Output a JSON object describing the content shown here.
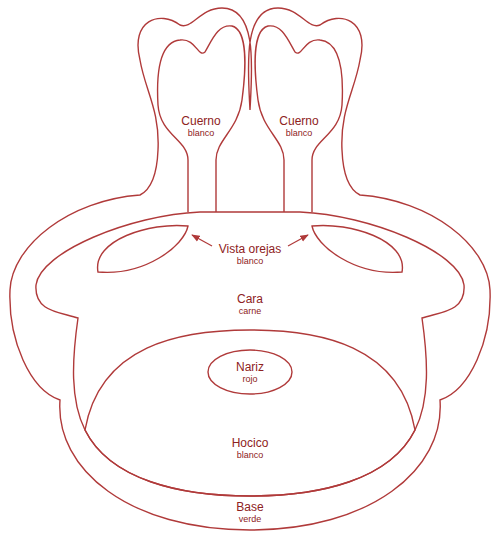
{
  "diagram": {
    "nodes": [
      {
        "text": [
          "Base",
          "verde"
        ]
      },
      {
        "text": [
          "Cuerno",
          "blanco"
        ],
        "in": 0
      },
      {
        "text": [
          "Cuerno",
          "blanco"
        ],
        "in": 0
      },
      {
        "text": [
          "Cara",
          "carne"
        ],
        "in": 0
      },
      {
        "text": [
          "Hocico",
          "blanco"
        ],
        "in": 3
      },
      {
        "text": [
          "Nariz",
          "rojo"
        ],
        "in": 4
      }
    ],
    "labels": [
      "Vista orejas",
      "blanco"
    ]
  }
}
